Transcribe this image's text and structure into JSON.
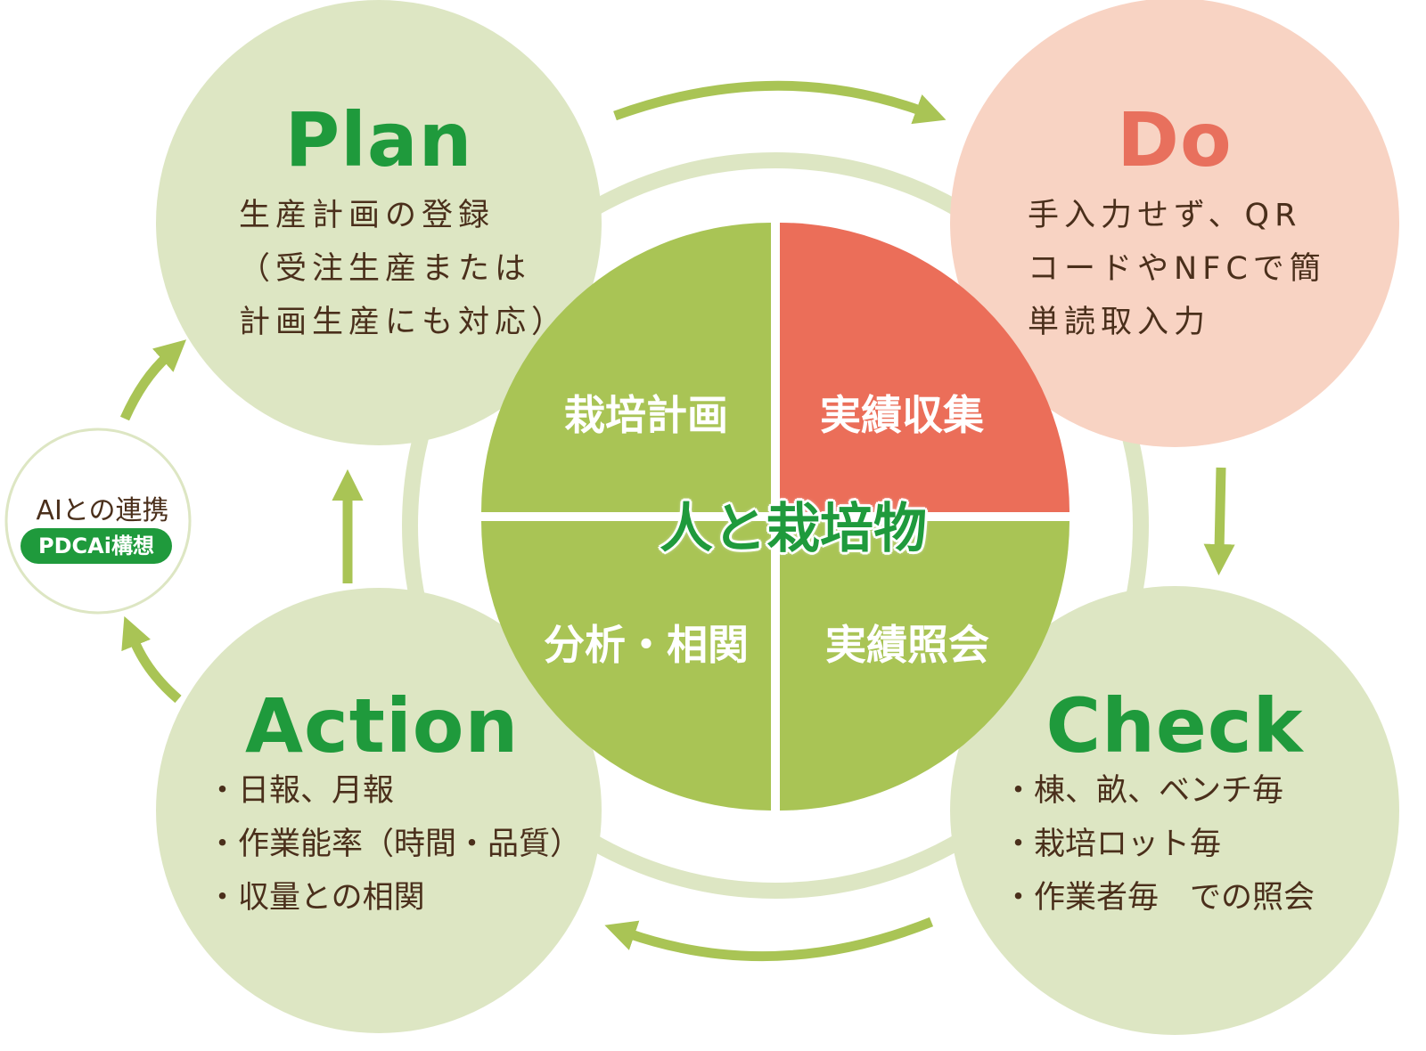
{
  "center": {
    "label": "人と栽培物",
    "quadrants": {
      "top_left": "栽培計画",
      "top_right": "実績収集",
      "bottom_left": "分析・相関",
      "bottom_right": "実績照会"
    }
  },
  "plan": {
    "title": "Plan",
    "lines": [
      "生産計画の登録",
      "（受注生産または",
      "計画生産にも対応）"
    ]
  },
  "do": {
    "title": "Do",
    "lines": [
      "手入力せず、QR",
      "コードやNFCで簡",
      "単読取入力"
    ]
  },
  "check": {
    "title": "Check",
    "lines": [
      "・棟、畝、ベンチ毎",
      "・栽培ロット毎",
      "・作業者毎　での照会"
    ]
  },
  "action": {
    "title": "Action",
    "lines": [
      "・日報、月報",
      "・作業能率（時間・品質）",
      "・収量との相関"
    ]
  },
  "ai": {
    "title": "AIとの連携",
    "badge": "PDCAi構想"
  },
  "colors": {
    "light_green": "#dde6c3",
    "quad_green": "#a9c455",
    "quad_red": "#eb6e59",
    "do_pink": "#f8d3c3",
    "do_title": "#e8705d",
    "title_green": "#1f9a3c",
    "arrow_green": "#a9c455",
    "ring": "#dde6c3",
    "text_brown": "#4a2f1b"
  }
}
